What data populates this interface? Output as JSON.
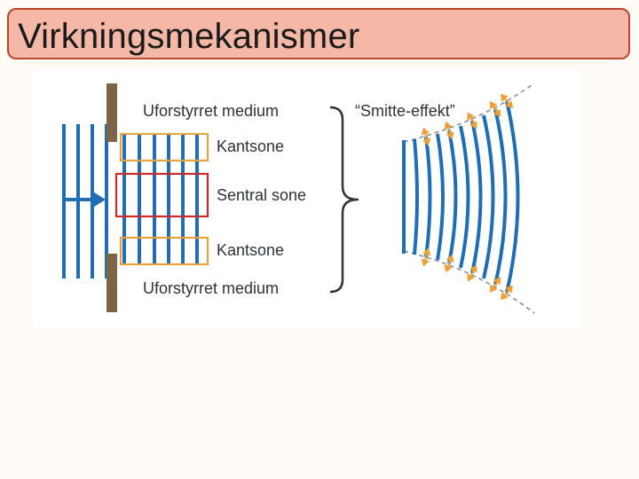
{
  "title": "Virkningsmekanismer",
  "diagram": {
    "labels": {
      "undisturbed_top": "Uforstyrret medium",
      "edge_top": "Kantsone",
      "central": "Sentral sone",
      "edge_bottom": "Kantsone",
      "undisturbed_bottom": "Uforstyrret medium",
      "spillover": "“Smitte-effekt”"
    },
    "colors": {
      "wave_blue": "#1f6eb4",
      "wall_brown": "#7d6446",
      "edge_zone_orange": "#e6a23c",
      "central_zone_red": "#cc2b2b",
      "arrow_orange": "#f0a033",
      "dashed_line": "#8a8f96",
      "title_fill": "#f5b8a6",
      "title_border": "#b8472e"
    }
  }
}
